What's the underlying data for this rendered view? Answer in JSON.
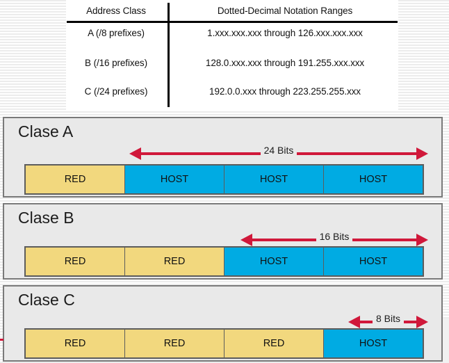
{
  "table": {
    "headers": [
      "Address Class",
      "Dotted-Decimal Notation Ranges"
    ],
    "rows": [
      {
        "class": "A (/8 prefixes)",
        "range": "1.xxx.xxx.xxx through 126.xxx.xxx.xxx"
      },
      {
        "class": "B (/16 prefixes)",
        "range": "128.0.xxx.xxx through 191.255.xxx.xxx"
      },
      {
        "class": "C (/24 prefixes)",
        "range": "192.0.0.xxx through 223.255.255.xxx"
      }
    ]
  },
  "panels": [
    {
      "title": "Clase A",
      "bits_label": "24 Bits",
      "octets": [
        {
          "label": "RED",
          "kind": "net"
        },
        {
          "label": "HOST",
          "kind": "host"
        },
        {
          "label": "HOST",
          "kind": "host"
        },
        {
          "label": "HOST",
          "kind": "host"
        }
      ]
    },
    {
      "title": "Clase B",
      "bits_label": "16 Bits",
      "octets": [
        {
          "label": "RED",
          "kind": "net"
        },
        {
          "label": "RED",
          "kind": "net"
        },
        {
          "label": "HOST",
          "kind": "host"
        },
        {
          "label": "HOST",
          "kind": "host"
        }
      ]
    },
    {
      "title": "Clase C",
      "bits_label": "8 Bits",
      "octets": [
        {
          "label": "RED",
          "kind": "net"
        },
        {
          "label": "RED",
          "kind": "net"
        },
        {
          "label": "RED",
          "kind": "net"
        },
        {
          "label": "HOST",
          "kind": "host"
        }
      ]
    }
  ],
  "colors": {
    "network_octet": "#F2D87E",
    "host_octet": "#00ABE3",
    "arrow": "#D0183A",
    "panel_bg": "#E9E9E9",
    "panel_border": "#7A7A7A"
  }
}
